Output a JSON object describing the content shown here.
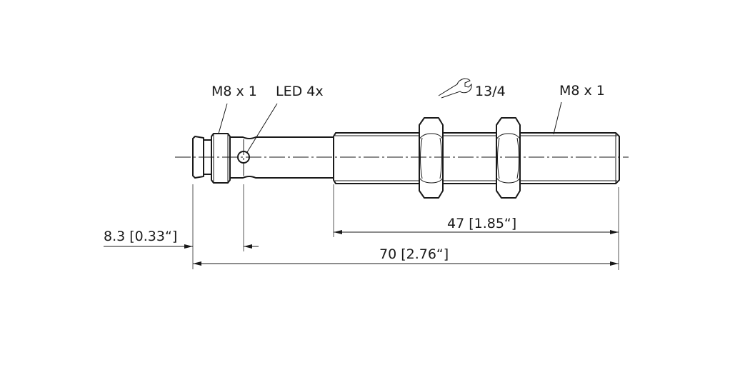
{
  "labels": {
    "connector_thread": "M8 x 1",
    "led": "LED 4x",
    "wrench_size": "13/4",
    "body_thread": "M8 x 1"
  },
  "icons": {
    "wrench": "wrench-icon"
  },
  "dimensions": {
    "thread_length": "47 [1.85“]",
    "total_length": "70 [2.76“]",
    "led_offset": "8.3 [0.33“]"
  }
}
